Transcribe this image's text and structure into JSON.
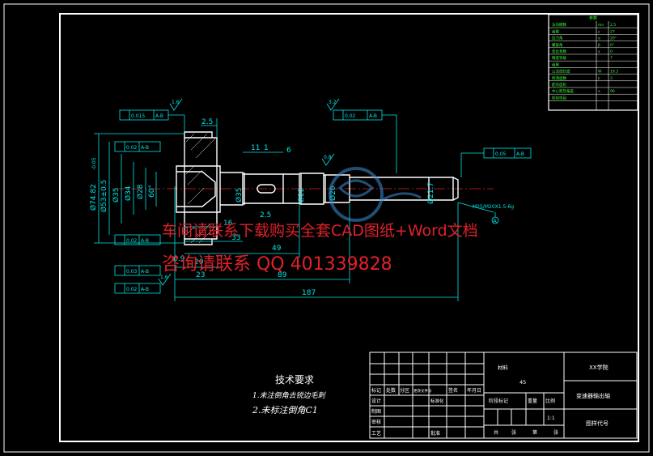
{
  "colors": {
    "background": "#000000",
    "frame": "#ffffff",
    "geometry": "#ffffff",
    "dimension": "#00e6e6",
    "watermark": "#e0202a",
    "param_table_text": "#33ff33",
    "logo": "#3d8fd6"
  },
  "dimensions": {
    "d_outer": "Ø74.82",
    "d_outer_tol": "-0.05",
    "d_53": "Ø53±0.5",
    "d_35_left": "Ø35",
    "d_34": "Ø34",
    "d_28": "Ø28",
    "angle": "60°",
    "d_35_mid": "Ø35",
    "d_22": "Ø22",
    "d_20": "Ø20",
    "d_21": "Ø21.7",
    "l_2_5_top": "2.5",
    "l_11": "11",
    "l_1": "1",
    "l_6": "6",
    "l_16": "16",
    "l_33": "33",
    "l_49": "49",
    "l_2_5_bot": "2.5",
    "l_6_9": "6.9",
    "l_20": "20",
    "l_23": "23",
    "l_89": "89",
    "l_187": "187",
    "thread": "M25/M20X1.5-6g",
    "datum_a": "A",
    "surf_1": "1.6",
    "surf_2": "3.2",
    "surf_3": "1.6",
    "surf_4": "0.8"
  },
  "tolerances": {
    "top_left": [
      "0.015",
      "A-B"
    ],
    "top_right": [
      "0.02",
      "A-B"
    ],
    "left_1": [
      "0.02",
      "A-B"
    ],
    "right": [
      "0.05",
      "A-B"
    ],
    "low_1": [
      "0.02",
      "A-B"
    ],
    "low_2": [
      "0.03",
      "A-B"
    ],
    "low_3": [
      "0.02",
      "A-B"
    ]
  },
  "watermark": {
    "line1": "车间请联系下载购买全套CAD图纸+Word文档",
    "line2": "咨询请联系 QQ 401339828"
  },
  "tech_requirements": {
    "title": "技术要求",
    "note1": "1.未注倒角去锐边毛刺",
    "note2": "2.未标注倒角C1"
  },
  "title_block": {
    "material_label": "材料",
    "material_value": "45",
    "school": "XX学院",
    "part_name": "变速器输出轴",
    "drawing_code": "图样代号",
    "row_headers": [
      "标记",
      "处数",
      "分区",
      "更改文件号",
      "签名",
      "年月日"
    ],
    "designer": "设计",
    "standardize": "标准化",
    "draft": "制图",
    "review": "审核",
    "process": "工艺",
    "approve": "批准",
    "stage_mark": "阶段标记",
    "weight": "重量",
    "scale": "比例",
    "scale_value": "1:1",
    "sheet_total": "共",
    "sheet_word": "张",
    "sheet_no": "第",
    "sheet_word2": "张"
  },
  "param_table": {
    "title": "参数",
    "rows": [
      [
        "法向模数",
        "mn",
        "2.5"
      ],
      [
        "齿数",
        "z",
        "27"
      ],
      [
        "压力角",
        "α",
        "20°"
      ],
      [
        "螺旋角",
        "β",
        "0°"
      ],
      [
        "变位系数",
        "x",
        "0"
      ],
      [
        "精度等级",
        "",
        "7"
      ],
      [
        "齿厚",
        "",
        ""
      ],
      [
        "公法线长度",
        "W",
        "19.3"
      ],
      [
        "跨测齿数",
        "k",
        "3"
      ],
      [
        "配对齿轮",
        "",
        ""
      ],
      [
        "中心距及偏差",
        "a",
        "90"
      ],
      [
        "检验项目",
        "",
        ""
      ]
    ]
  }
}
